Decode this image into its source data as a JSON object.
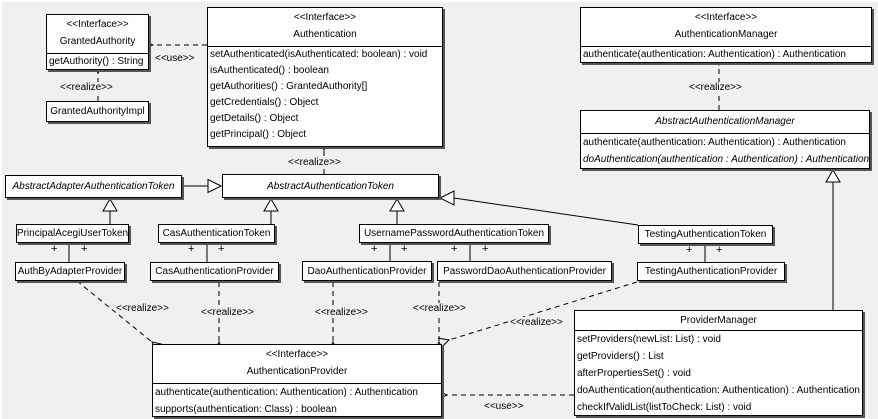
{
  "colors": {
    "background": "#f0f0f0",
    "box_fill": "#ffffff",
    "line": "#000000",
    "shadow": "#555555"
  },
  "labels": {
    "interface_stereotype": "<<Interface>>",
    "use": "<<use>>",
    "realize": "<<realize>>",
    "plus": "+"
  },
  "classes": {
    "granted_authority": {
      "name": "GrantedAuthority",
      "methods": [
        "getAuthority() : String"
      ]
    },
    "granted_authority_impl": {
      "name": "GrantedAuthorityImpl"
    },
    "authentication": {
      "name": "Authentication",
      "methods": [
        "setAuthenticated(isAuthenticated: boolean) : void",
        "isAuthenticated() : boolean",
        "getAuthorities() : GrantedAuthority[]",
        "getCredentials() : Object",
        "getDetails() : Object",
        "getPrincipal() : Object"
      ]
    },
    "authentication_manager": {
      "name": "AuthenticationManager",
      "methods": [
        "authenticate(authentication: Authentication) : Authentication"
      ]
    },
    "abstract_authentication_manager": {
      "name": "AbstractAuthenticationManager",
      "methods": [
        "authenticate(authentication: Authentication) : Authentication",
        "doAuthentication(authentication : Authentication) : Authentication"
      ]
    },
    "abstract_adapter_authentication_token": {
      "name": "AbstractAdapterAuthenticationToken"
    },
    "abstract_authentication_token": {
      "name": "AbstractAuthenticationToken"
    },
    "principal_acegi_user_token": {
      "name": "PrincipalAcegiUserToken"
    },
    "cas_authentication_token": {
      "name": "CasAuthenticationToken"
    },
    "username_password_authentication_token": {
      "name": "UsernamePasswordAuthenticationToken"
    },
    "testing_authentication_token": {
      "name": "TestingAuthenticationToken"
    },
    "auth_by_adapter_provider": {
      "name": "AuthByAdapterProvider"
    },
    "cas_authentication_provider": {
      "name": "CasAuthenticationProvider"
    },
    "dao_authentication_provider": {
      "name": "DaoAuthenticationProvider"
    },
    "password_dao_authentication_provider": {
      "name": "PasswordDaoAuthenticationProvider"
    },
    "testing_authentication_provider": {
      "name": "TestingAuthenticationProvider"
    },
    "authentication_provider": {
      "name": "AuthenticationProvider",
      "methods": [
        "authenticate(authentication: Authentication) : Authentication",
        "supports(authentication: Class) : boolean"
      ]
    },
    "provider_manager": {
      "name": "ProviderManager",
      "methods": [
        "setProviders(newList: List) : void",
        "getProviders() : List",
        "afterPropertiesSet() : void",
        "doAuthentication(authentication: Authentication) : Authentication",
        "checkIfValidList(listToCheck: List) : void"
      ]
    }
  }
}
